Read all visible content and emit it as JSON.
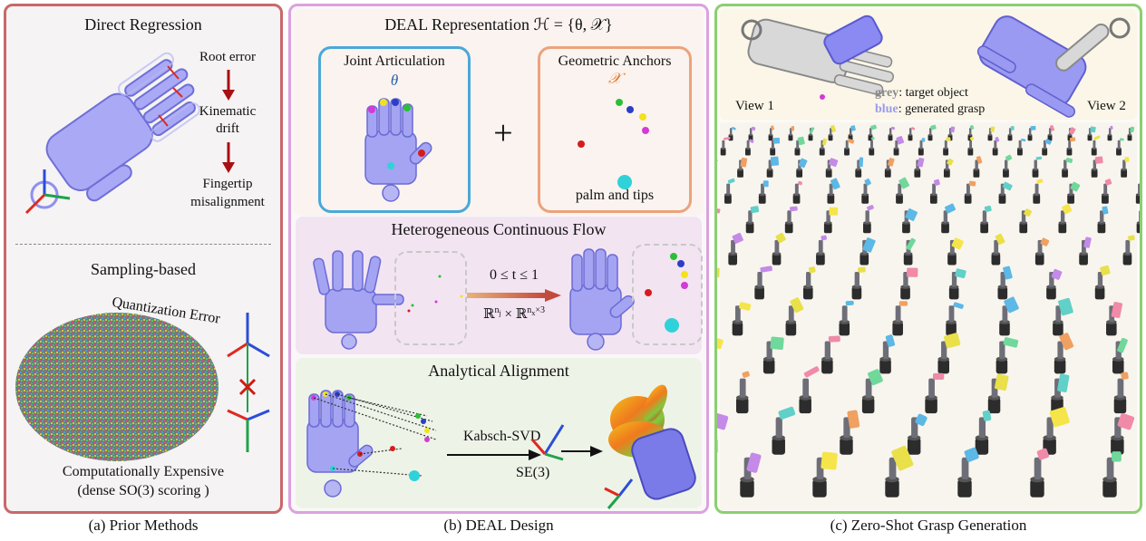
{
  "panel_a": {
    "caption": "(a) Prior Methods",
    "direct": {
      "title": "Direct Regression",
      "steps": [
        "Root error",
        "Kinematic",
        "drift",
        "Fingertip",
        "misalignment"
      ]
    },
    "sampling": {
      "title": "Sampling-based",
      "quant_label": "Quantization Error",
      "cost_line1": "Computationally Expensive",
      "cost_line2": "(dense SO(3) scoring )"
    }
  },
  "panel_b": {
    "caption": "(b) DEAL Design",
    "title": "DEAL Representation  ℋ = {θ, 𝒳}",
    "joint_title": "Joint Articulation",
    "theta": "θ",
    "plus": "+",
    "anchors_title": "Geometric Anchors",
    "chi": "𝒳",
    "anchors_sub": "palm and tips",
    "flow_title": "Heterogeneous Continuous Flow",
    "flow_time": "0 ≤ t ≤ 1",
    "flow_space": "ℝ^{n_j} × ℝ^{n_x×3}",
    "align_title": "Analytical Alignment",
    "kabsch": "Kabsch-SVD",
    "se3": "SE(3)"
  },
  "panel_c": {
    "caption": "(c) Zero-Shot Grasp Generation",
    "view1": "View 1",
    "view2": "View 2",
    "legend_grey_key": "grey",
    "legend_grey_text": ": target object",
    "legend_blue_key": "blue",
    "legend_blue_text": ": generated grasp"
  },
  "colors": {
    "border_a": "#c9676b",
    "border_b": "#dba2dd",
    "border_c": "#8ccf70",
    "hand_blue": "#8f8ff0",
    "arrow_red": "#a80f12"
  }
}
